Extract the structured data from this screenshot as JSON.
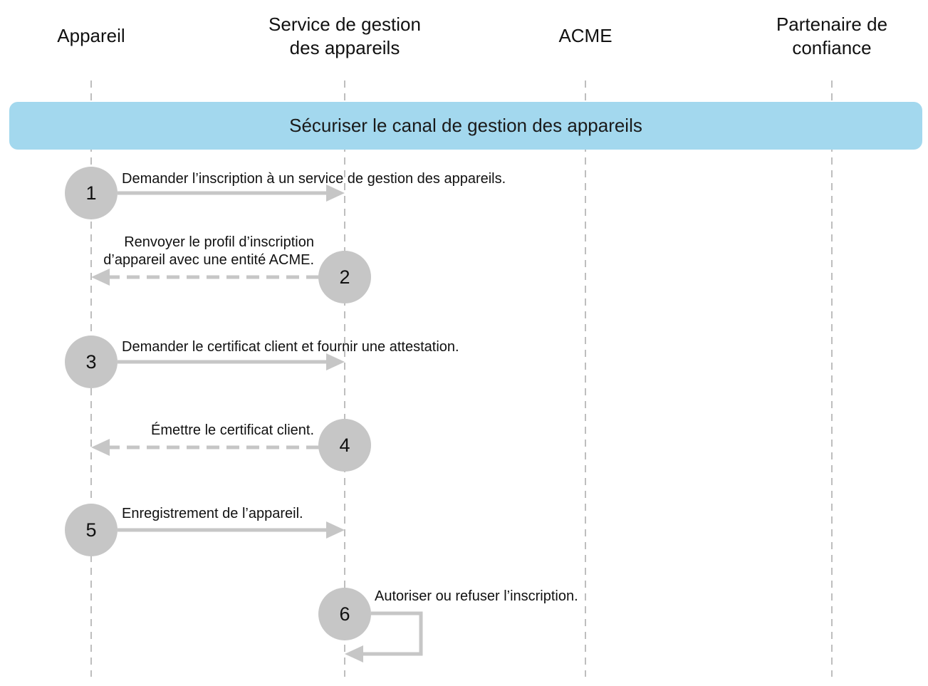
{
  "actors": [
    {
      "id": "device",
      "label": "Appareil"
    },
    {
      "id": "mdm",
      "label": "Service de gestion\ndes appareils"
    },
    {
      "id": "acme",
      "label": "ACME"
    },
    {
      "id": "partner",
      "label": "Partenaire de\nconfiance"
    }
  ],
  "banner": {
    "label": "Sécuriser le canal de gestion des appareils",
    "color": "#a3d8ee"
  },
  "colors": {
    "step_circle": "#c6c6c6",
    "arrow": "#c6c6c6",
    "lifeline": "#a8a8a8"
  },
  "steps": [
    {
      "number": "1",
      "message": "Demander l’inscription à un service de gestion des appareils.",
      "from": "device",
      "to": "mdm",
      "style": "solid"
    },
    {
      "number": "2",
      "message": "Renvoyer le profil d’inscription\nd’appareil avec une entité ACME.",
      "from": "mdm",
      "to": "device",
      "style": "dashed"
    },
    {
      "number": "3",
      "message": "Demander le certificat client et fournir une attestation.",
      "from": "device",
      "to": "mdm",
      "style": "solid"
    },
    {
      "number": "4",
      "message": "Émettre le certificat client.",
      "from": "mdm",
      "to": "device",
      "style": "dashed"
    },
    {
      "number": "5",
      "message": "Enregistrement de l’appareil.",
      "from": "device",
      "to": "mdm",
      "style": "solid"
    },
    {
      "number": "6",
      "message": "Autoriser ou refuser l’inscription.",
      "from": "mdm",
      "to": "mdm",
      "style": "solid"
    }
  ]
}
